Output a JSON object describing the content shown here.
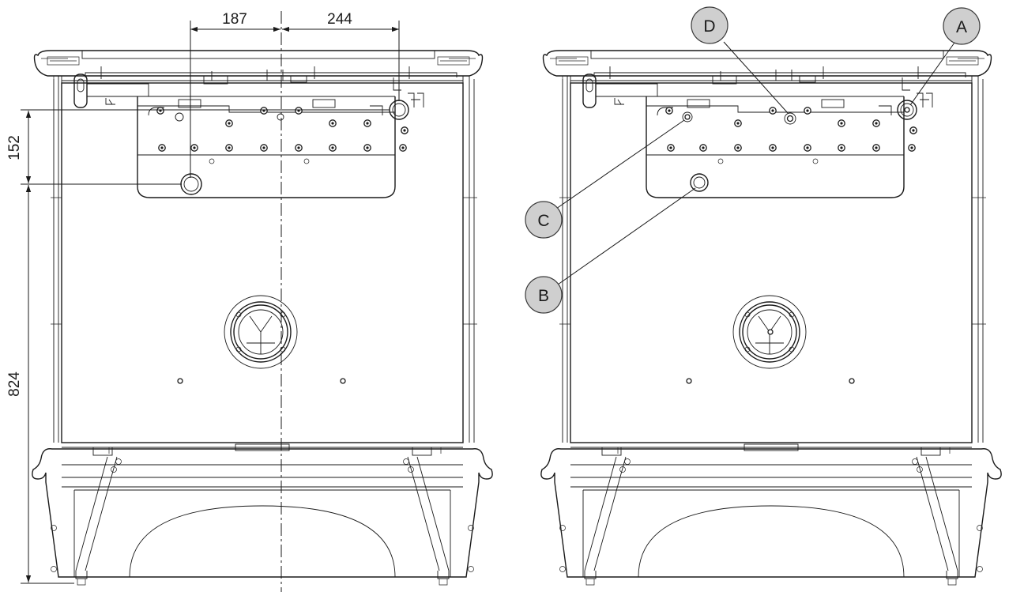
{
  "dimensions": {
    "width_left_from_center": "187",
    "width_right_from_center": "244",
    "height_upper": "152",
    "height_lower": "824"
  },
  "callouts": {
    "a": "A",
    "b": "B",
    "c": "C",
    "d": "D"
  },
  "colors": {
    "line": "#1a1a1a",
    "callout_fill": "#cfcfcf",
    "background": "#ffffff"
  }
}
